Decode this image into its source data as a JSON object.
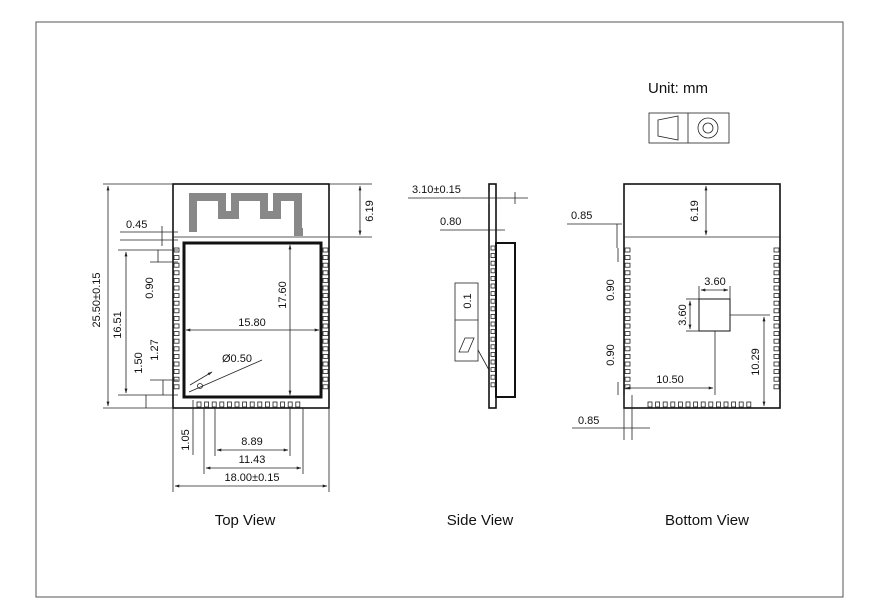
{
  "unit_label": "Unit: mm",
  "captions": {
    "top": "Top View",
    "side": "Side View",
    "bottom": "Bottom View"
  },
  "top_view": {
    "width_total": "18.00±0.15",
    "height_total": "25.50±0.15",
    "antenna_height": "6.19",
    "shield_width": "15.80",
    "shield_height": "17.60",
    "gap_top": "0.45",
    "pad_pitch_label": "0.90",
    "height_16": "16.51",
    "bottom_offset": "1.50",
    "pitch": "1.27",
    "hole_dia": "Ø0.50",
    "pad_width_a": "8.89",
    "pad_width_b": "11.43",
    "bottom_gap": "1.05"
  },
  "side_view": {
    "thickness": "3.10±0.15",
    "pcb": "0.80",
    "flatness": "0.1"
  },
  "bottom_view": {
    "antenna_height": "6.19",
    "edge_top": "0.85",
    "pad_spacing_top": "0.90",
    "pad_spacing_bottom": "0.90",
    "gnd_width": "3.60",
    "gnd_height": "3.60",
    "gnd_x": "10.50",
    "gnd_y": "10.29",
    "edge_bottom": "0.85"
  },
  "colors": {
    "frame": "#555555",
    "antenna": "#888888",
    "line": "#222222"
  }
}
